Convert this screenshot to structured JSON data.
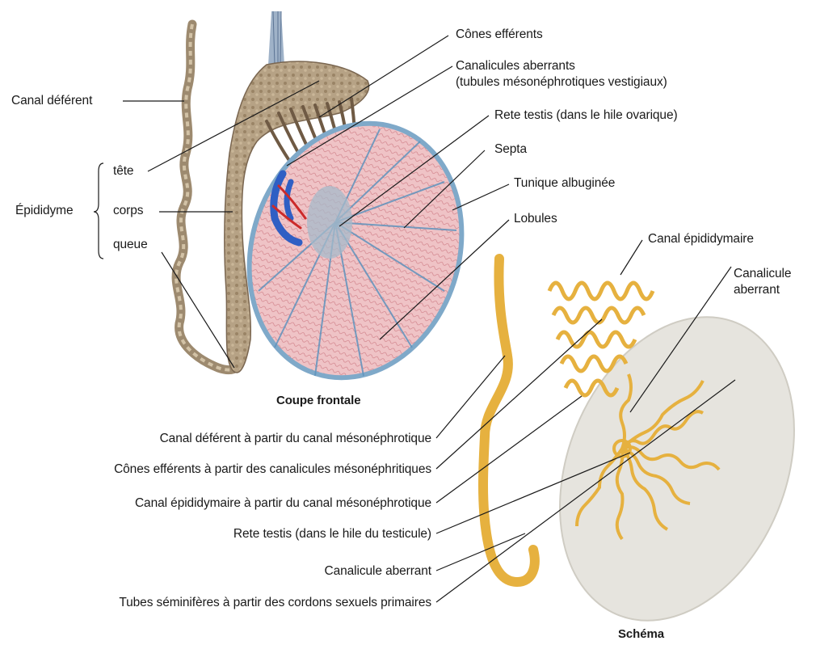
{
  "frontal": {
    "caption": "Coupe frontale",
    "canal_deferent": "Canal déférent",
    "epididyme": "Épididyme",
    "tete": "tête",
    "corps": "corps",
    "queue": "queue",
    "cones_efferents": "Cônes efférents",
    "canalicules_aberrants_1": "Canalicules aberrants",
    "canalicules_aberrants_2": "(tubules mésonéphrotiques vestigiaux)",
    "rete_testis": "Rete testis (dans le hile ovarique)",
    "septa": "Septa",
    "tunique": "Tunique albuginée",
    "lobules": "Lobules"
  },
  "schema": {
    "caption": "Schéma",
    "canal_epididymaire": "Canal épididymaire",
    "canalicule_aberrant_1": "Canalicule",
    "canalicule_aberrant_2": "aberrant",
    "origins": [
      "Canal déférent à partir du canal mésonéphrotique",
      "Cônes efférents à partir des canalicules mésonéphritiques",
      "Canal épididymaire à partir du canal mésonéphrotique",
      "Rete testis (dans le hile du testicule)",
      "Canalicule aberrant",
      "Tubes séminifères à partir des cordons sexuels primaires"
    ]
  },
  "colors": {
    "testis_fill": "#e9b8bc",
    "tunica": "#7fa9c9",
    "epididymis": "#a89478",
    "vein": "#2f5fc4",
    "artery": "#cc2a2a",
    "schema_tubule": "#e6b13f",
    "schema_testis": "#e6e4de"
  }
}
